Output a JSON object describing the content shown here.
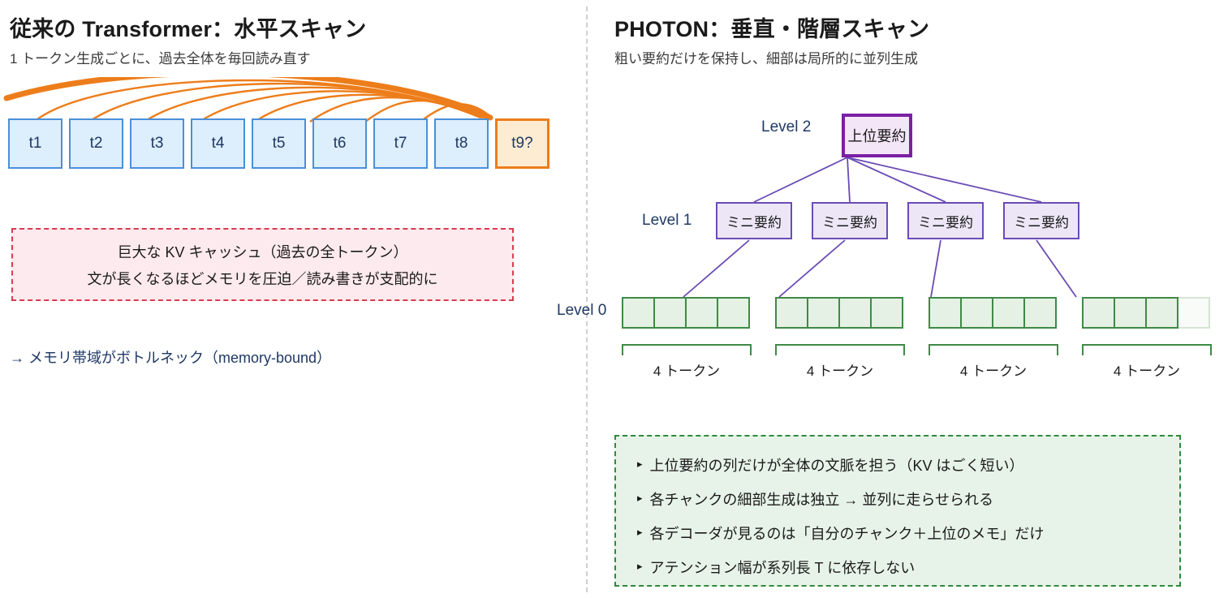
{
  "left": {
    "title": "従来の Transformer：水平スキャン",
    "subtitle": "1 トークン生成ごとに、過去全体を毎回読み直す",
    "tokens": [
      {
        "label": "t1",
        "highlight": false
      },
      {
        "label": "t2",
        "highlight": false
      },
      {
        "label": "t3",
        "highlight": false
      },
      {
        "label": "t4",
        "highlight": false
      },
      {
        "label": "t5",
        "highlight": false
      },
      {
        "label": "t6",
        "highlight": false
      },
      {
        "label": "t7",
        "highlight": false
      },
      {
        "label": "t8",
        "highlight": false
      },
      {
        "label": "t9?",
        "highlight": true
      }
    ],
    "kv_warning": [
      "巨大な KV キャッシュ（過去の全トークン）",
      "文が長くなるほどメモリを圧迫／読み書きが支配的に"
    ],
    "conclusion": "→ メモリ帯域がボトルネック（memory-bound）"
  },
  "right": {
    "title": "PHOTON：垂直・階層スキャン",
    "subtitle": "粗い要約だけを保持し、細部は局所的に並列生成",
    "level_labels": {
      "l2": "Level 2",
      "l1": "Level 1",
      "l0": "Level 0"
    },
    "level2_node": "上位要約",
    "level1_nodes": [
      "ミニ要約",
      "ミニ要約",
      "ミニ要約",
      "ミニ要約"
    ],
    "chunk_labels": [
      "4 トークン",
      "4 トークン",
      "4 トークン",
      "4 トークン"
    ],
    "benefits": [
      "上位要約の列だけが全体の文脈を担う（KV はごく短い）",
      "各チャンクの細部生成は独立 → 並列に走らせられる",
      "各デコーダが見るのは「自分のチャンク＋上位のメモ」だけ",
      "アテンション幅が系列長 T に依存しない"
    ],
    "bullet_glyph": "▸"
  },
  "colors": {
    "token_fill": "#ddeefc",
    "token_border": "#4a90d9",
    "token_highlight_fill": "#fdecd2",
    "token_highlight_border": "#ed7d1a",
    "arc": "#ed7d1a",
    "kv_fill": "#fdeaee",
    "kv_border": "#d93b4e",
    "purple_dark": "#7b1fa2",
    "purple_light": "#6a4bb5",
    "node_l2_fill": "#f3e6f7",
    "node_l1_fill": "#ece6f7",
    "green_border": "#3f8a46",
    "green_fill": "#e4f1e4",
    "benefits_fill": "#e7f3e8",
    "benefits_border": "#2f8a3e",
    "divider": "#cfcfcf"
  }
}
